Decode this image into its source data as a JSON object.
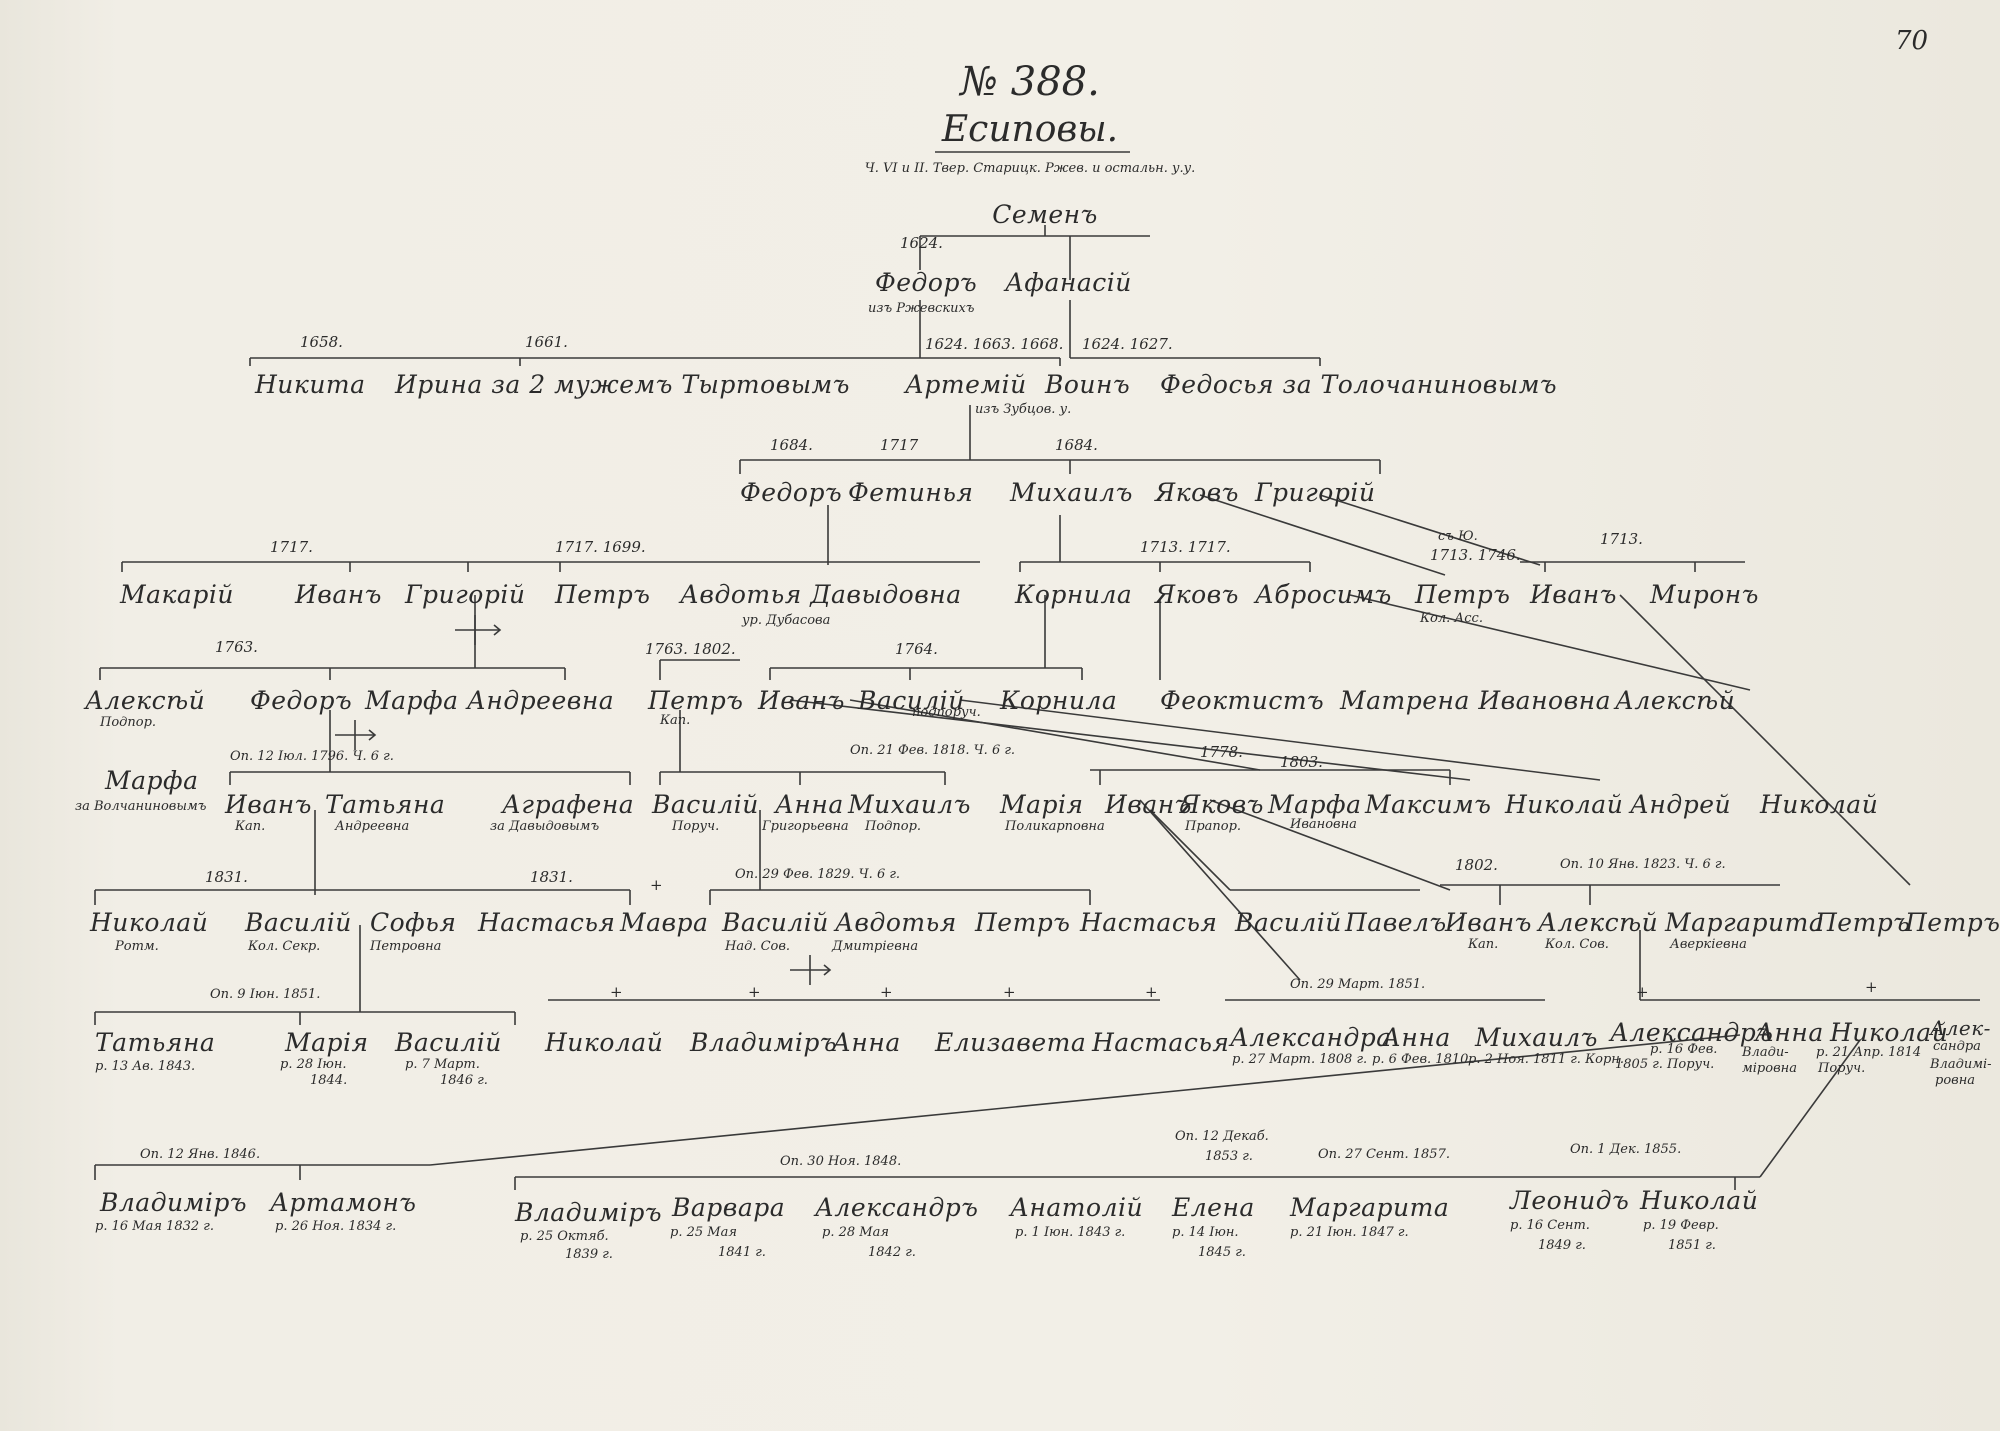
{
  "page_number": "70",
  "title": "№ 388.",
  "family": "Есиповы.",
  "source_note": "Ч. VI и II. Твер. Старицк. Ржев. и остальн. у.у.",
  "gen0": {
    "name": "Семенъ",
    "year": "1624."
  },
  "gen1": {
    "fedor": "Федоръ",
    "fedor_note": "изъ Ржевскихъ",
    "afanasy": "Афанасій",
    "years_mid": "1624. 1663. 1668.",
    "years_right": "1624. 1627."
  },
  "gen2": {
    "y1": "1658.",
    "y2": "1661.",
    "nikita": "Никита",
    "irina": "Ирина за 2 мужемъ Тыртовымъ",
    "artemy": "Артемій",
    "artemy_note": "изъ Зубцов. у.",
    "voin": "Воинъ",
    "fedosya": "Федосья за Толочаниновымъ"
  },
  "gen3": {
    "y1": "1684.",
    "y2": "1717",
    "y3": "1684.",
    "fedor": "Федоръ",
    "fetinya": "Фетинья",
    "mikhail": "Михаилъ",
    "yakov": "Яковъ",
    "grigory": "Григорій"
  },
  "gen4": {
    "y1": "1717.",
    "y2": "1717. 1699.",
    "y3": "1713. 1717.",
    "y4": "1713. 1746.",
    "y4_note": "съ Ю.",
    "y5": "1713.",
    "makary": "Макарій",
    "ivan": "Иванъ",
    "grigory": "Григорій",
    "petr": "Петръ",
    "avdotya": "Авдотья Давыдовна",
    "avdotya_note": "ур. Дубасова",
    "kornila": "Корнила",
    "yakov": "Яковъ",
    "abrosim": "Абросимъ",
    "petr2": "Петръ",
    "petr2_note": "Кол. Асс.",
    "ivan2": "Иванъ",
    "miron": "Миронъ"
  },
  "gen5": {
    "y1": "1763.",
    "y2": "1763. 1802.",
    "y3": "1764.",
    "aleksey": "Алексѣй",
    "aleksey_note": "Подпор.",
    "fedor": "Федоръ",
    "marfa": "Марфа Андреевна",
    "petr": "Петръ",
    "petr_note": "Кап.",
    "ivan": "Иванъ",
    "vasily": "Василій",
    "vasily_note": "подпоруч.",
    "kornila": "Корнила",
    "feoktist": "Феоктистъ",
    "matrena": "Матрена Ивановна",
    "aleksey2": "Алексѣй"
  },
  "gen6": {
    "note1": "Оп. 12 Іюл. 1796. Ч. 6 г.",
    "note2": "Оп. 21 Фев. 1818. Ч. 6 г.",
    "y1": "1778.",
    "y2": "1803.",
    "marfa": "Марфа",
    "marfa_note": "за Волчаниновымъ",
    "ivan": "Иванъ",
    "ivan_note": "Кап.",
    "tatyana": "Татьяна",
    "tatyana_note": "Андреевна",
    "agrafena": "Аграфена",
    "agrafena_note": "за Давыдовымъ",
    "vasily": "Василій",
    "vasily_note": "Поруч.",
    "anna": "Анна",
    "anna_note": "Григорьевна",
    "mikhail": "Михаилъ",
    "mikhail_note": "Подпор.",
    "mariya": "Марія",
    "mariya_note": "Поликарповна",
    "ivan2": "Иванъ",
    "yakov": "Яковъ",
    "yakov_note": "Прапор.",
    "marfa2": "Марфа",
    "marfa2_note": "Ивановна",
    "maksim": "Максимъ",
    "nikolay": "Николай",
    "andrey": "Андрей",
    "nikolay2": "Николай"
  },
  "gen7": {
    "y1": "1831.",
    "y2": "1831.",
    "note1": "Оп. 29 Фев. 1829. Ч. 6 г.",
    "y3": "1802.",
    "note2": "Оп. 10 Янв. 1823. Ч. 6 г.",
    "nikolay": "Николай",
    "nikolay_note": "Ротм.",
    "vasily": "Василій",
    "vasily_note": "Кол. Секр.",
    "sofya": "Софья",
    "sofya_note": "Петровна",
    "nastasya": "Настасья",
    "mavra": "Мавра",
    "vasily2": "Василій",
    "vasily2_note": "Над. Сов.",
    "avdotya": "Авдотья",
    "avdotya_note": "Дмитріевна",
    "petr": "Петръ",
    "nastasya2": "Настасья",
    "vasily3": "Василій",
    "pavel": "Павелъ",
    "ivan": "Иванъ",
    "ivan_note": "Кап.",
    "aleksey": "Алексѣй",
    "aleksey_note": "Кол. Сов.",
    "margarita": "Маргарита",
    "margarita_note": "Аверкіевна",
    "petr2": "Петръ",
    "petr3": "Петръ"
  },
  "gen8": {
    "note1": "Оп. 9 Іюн. 1851.",
    "note2": "Оп. 29 Март. 1851.",
    "tatyana": "Татьяна",
    "tatyana_note": "р. 13 Ав. 1843.",
    "mariya": "Марія",
    "mariya_note": "р. 28 Іюн.",
    "mariya_note2": "1844.",
    "vasily": "Василій",
    "vasily_note": "р. 7 Март.",
    "vasily_note2": "1846 г.",
    "nikolay": "Николай",
    "vladimir": "Владиміръ",
    "anna": "Анна",
    "elizaveta": "Елизавета",
    "nastasya": "Настасья",
    "aleksandra": "Александра",
    "aleksandra_note": "р. 27 Март. 1808 г.",
    "anna2": "Анна",
    "anna2_note": "р. 6 Фев. 1810.",
    "mikhail": "Михаилъ",
    "mikhail_note": "р. 2 Ноя. 1811 г. Корн.",
    "aleksandr": "Александръ",
    "aleksandr_note": "р. 16 Фев.",
    "aleksandr_note2": "1805 г. Поруч.",
    "anna3": "Анна",
    "anna3_note": "Влади-",
    "anna3_note2": "міровна",
    "nikolay2": "Николай",
    "nikolay2_note": "р. 21 Апр. 1814",
    "nikolay2_note2": "Поруч.",
    "aleksandra2": "Алек-",
    "aleksandra2_b": "сандра",
    "aleksandra2_note": "Владимі-",
    "aleksandra2_note2": "ровна"
  },
  "gen9": {
    "note1": "Оп. 12 Янв. 1846.",
    "note2": "Оп. 30 Ноя. 1848.",
    "note3": "Оп. 12 Декаб.",
    "note3b": "1853 г.",
    "note4": "Оп. 27 Сент. 1857.",
    "note5": "Оп. 1 Дек. 1855.",
    "vladimir": "Владиміръ",
    "vladimir_note": "р. 16 Мая 1832 г.",
    "artamon": "Артамонъ",
    "artamon_note": "р. 26 Ноя. 1834 г.",
    "vladimir2": "Владиміръ",
    "vladimir2_note": "р. 25 Октяб.",
    "vladimir2_note2": "1839 г.",
    "varvara": "Варвара",
    "varvara_note": "р. 25 Мая",
    "varvara_note2": "1841 г.",
    "aleksandr": "Александръ",
    "aleksandr_note": "р. 28 Мая",
    "aleksandr_note2": "1842 г.",
    "anatoly": "Анатолій",
    "anatoly_note": "р. 1 Іюн. 1843 г.",
    "elena": "Елена",
    "elena_note": "р. 14 Іюн.",
    "elena_note2": "1845 г.",
    "margarita": "Маргарита",
    "margarita_note": "р. 21 Іюн. 1847 г.",
    "leonid": "Леонидъ",
    "leonid_note": "р. 16 Сент.",
    "leonid_note2": "1849 г.",
    "nikolay": "Николай",
    "nikolay_note": "р. 19 Февр.",
    "nikolay_note2": "1851 г."
  }
}
